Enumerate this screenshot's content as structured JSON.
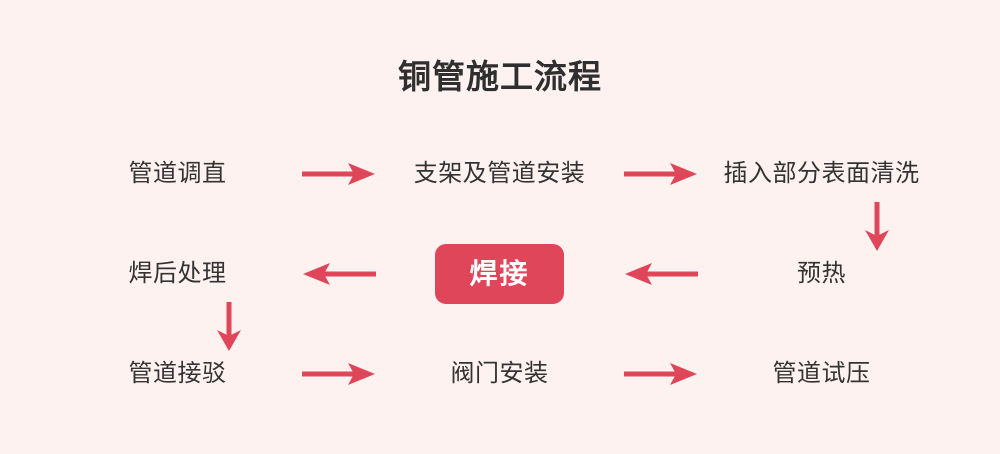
{
  "colors": {
    "background": "#fdf2f0",
    "accent": "#e0465a",
    "text": "#333333",
    "title_text": "#2f2f2f",
    "highlight_text": "#ffffff"
  },
  "header": {
    "title": "铜管施工流程"
  },
  "flow": {
    "rows": [
      {
        "nodes": [
          {
            "label": "管道调直",
            "highlight": false
          },
          {
            "label": "支架及管道安装",
            "highlight": false
          },
          {
            "label": "插入部分表面清洗",
            "highlight": false
          }
        ],
        "connectors": [
          {
            "direction": "right",
            "icon": "arrow-right-icon"
          },
          {
            "direction": "right",
            "icon": "arrow-right-icon"
          }
        ]
      },
      {
        "nodes": [
          {
            "label": "焊后处理",
            "highlight": false
          },
          {
            "label": "焊接",
            "highlight": true
          },
          {
            "label": "预热",
            "highlight": false
          }
        ],
        "connectors": [
          {
            "direction": "left",
            "icon": "arrow-left-icon"
          },
          {
            "direction": "left",
            "icon": "arrow-left-icon"
          }
        ]
      },
      {
        "nodes": [
          {
            "label": "管道接驳",
            "highlight": false
          },
          {
            "label": "阀门安装",
            "highlight": false
          },
          {
            "label": "管道试压",
            "highlight": false
          }
        ],
        "connectors": [
          {
            "direction": "right",
            "icon": "arrow-right-icon"
          },
          {
            "direction": "right",
            "icon": "arrow-right-icon"
          }
        ]
      }
    ],
    "vertical_connectors": [
      {
        "icon": "arrow-down-icon",
        "direction": "down",
        "position": "right-column"
      },
      {
        "icon": "arrow-down-icon",
        "direction": "down",
        "position": "left-column"
      }
    ]
  }
}
